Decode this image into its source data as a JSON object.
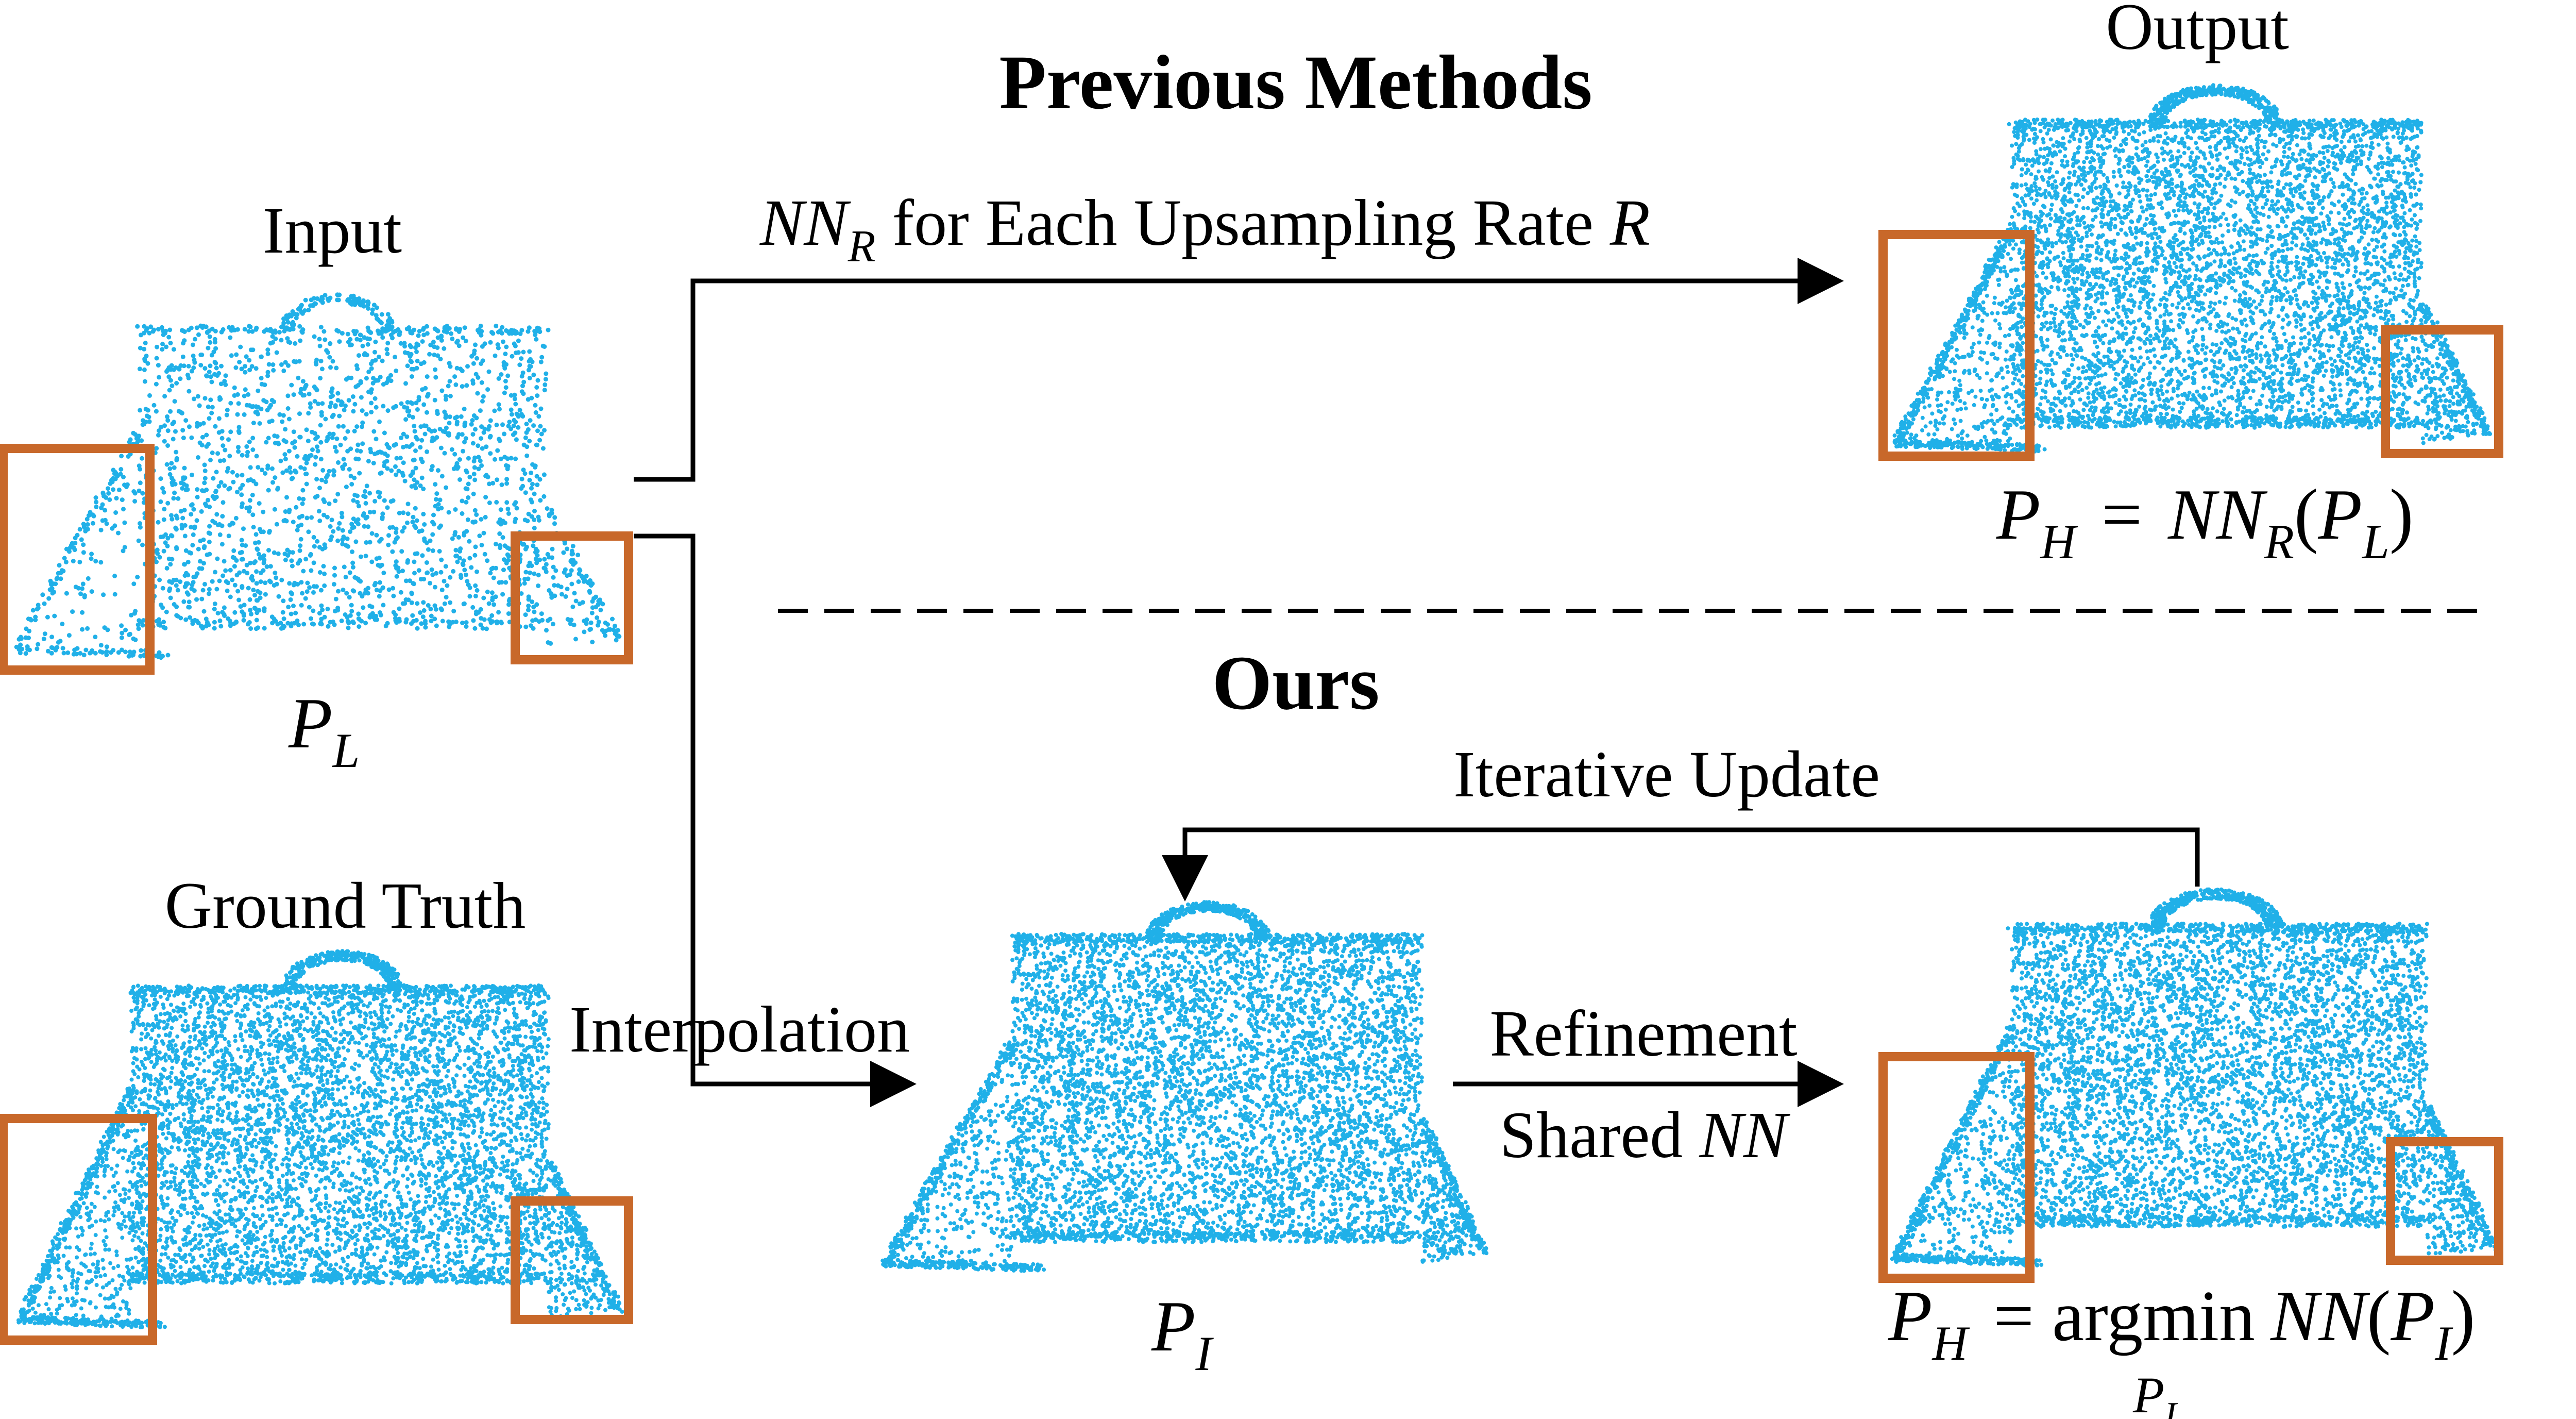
{
  "headings": {
    "previous": "Previous Methods",
    "ours": "Ours"
  },
  "labels": {
    "input": "Input",
    "ground_truth": "Ground Truth",
    "output": "Output",
    "interpolation": "Interpolation",
    "refinement": "Refinement",
    "shared_prefix": "Shared ",
    "shared_nn": "NN",
    "iterative_update": "Iterative Update",
    "nn_r_base": "NN",
    "nn_r_sub": "R",
    "nn_r_rest": " for Each Upsampling Rate ",
    "nn_r_var": "R"
  },
  "math": {
    "p_base": "P",
    "sub_l": "L",
    "sub_i": "I",
    "sub_h": "H",
    "sub_r": "R",
    "eq": "=",
    "nn": "NN",
    "lparen": "(",
    "rparen": ")",
    "argmin": "argmin"
  },
  "colors": {
    "points": "#20b0e8",
    "highlight_box": "#c8682a",
    "ink": "#000000"
  }
}
